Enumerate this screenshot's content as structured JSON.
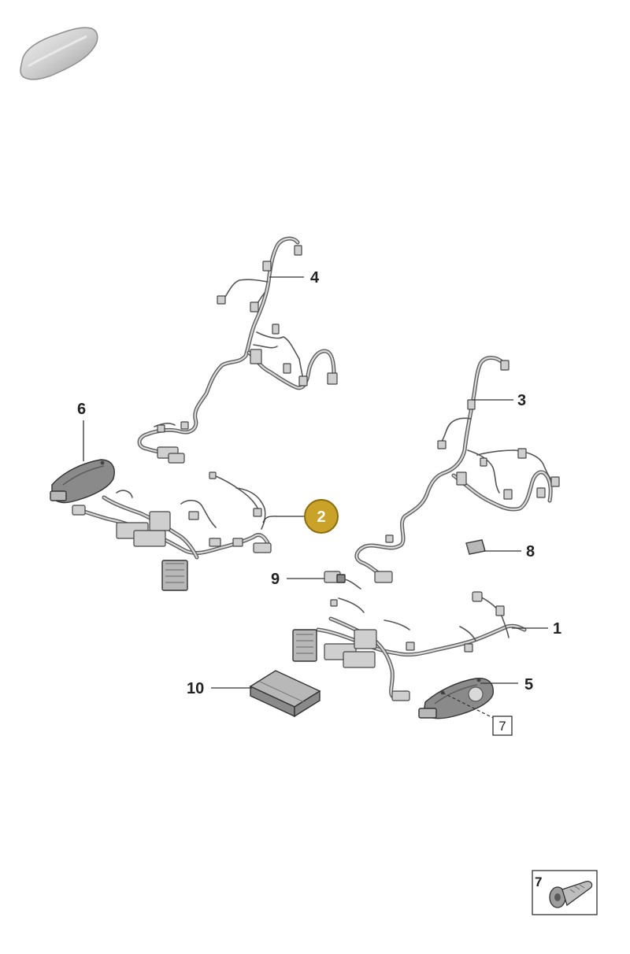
{
  "callouts": {
    "c1": "1",
    "c2": "2",
    "c3": "3",
    "c4": "4",
    "c5": "5",
    "c6": "6",
    "c7_ref": "7",
    "c8": "8",
    "c9": "9",
    "c10": "10",
    "inset_label": "7"
  },
  "colors": {
    "highlight": "#c9a227",
    "highlight_border": "#8c6d10",
    "line": "#333333",
    "part_gray": "#8a8a8a"
  },
  "icons": {
    "vehicle": "car-silhouette-icon",
    "screw": "screw-icon"
  }
}
